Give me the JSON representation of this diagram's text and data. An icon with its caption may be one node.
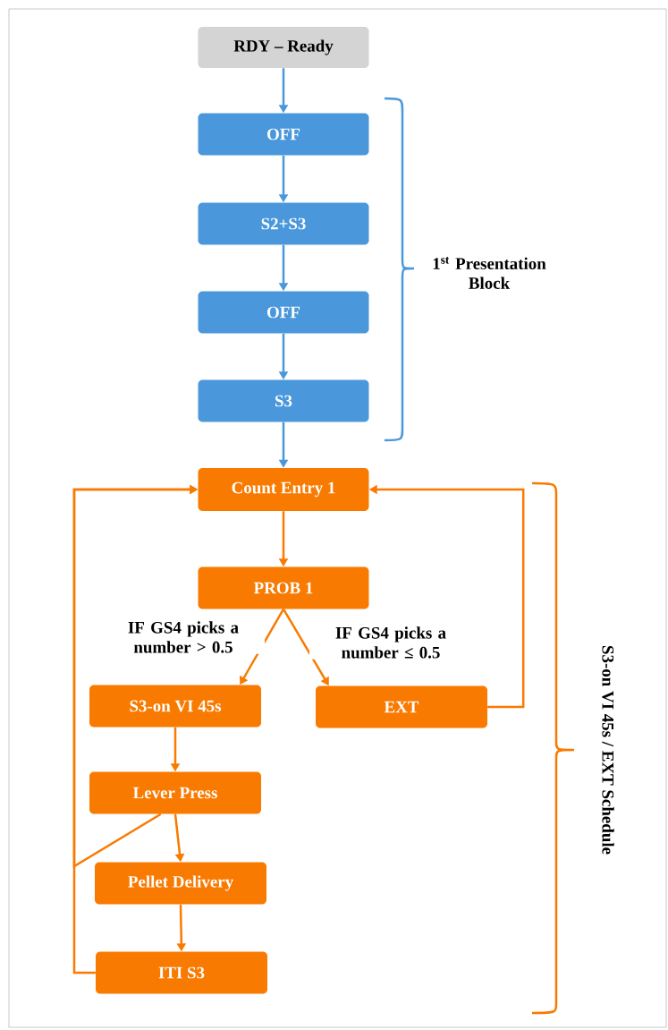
{
  "diagram": {
    "nodes": [
      {
        "text": [
          "RDY – Ready"
        ]
      },
      {
        "text": [
          "OFF"
        ]
      },
      {
        "text": [
          "S2+S3"
        ]
      },
      {
        "text": [
          "OFF"
        ]
      },
      {
        "text": [
          "S3"
        ]
      },
      {
        "text": [
          "Count Entry 1"
        ]
      },
      {
        "text": [
          "PROB 1"
        ]
      },
      {
        "text": [
          "S3-on VI 45s"
        ]
      },
      {
        "text": [
          "EXT"
        ]
      },
      {
        "text": [
          "Lever Press"
        ]
      },
      {
        "text": [
          "Pellet Delivery"
        ]
      },
      {
        "text": [
          "ITI S3"
        ]
      }
    ],
    "edges": [
      {
        "from": 0,
        "to": 1,
        "arrow": "to",
        "color": "#4a98db"
      },
      {
        "from": 1,
        "to": 2,
        "arrow": "to",
        "color": "#4a98db"
      },
      {
        "from": 2,
        "to": 3,
        "arrow": "to",
        "color": "#4a98db"
      },
      {
        "from": 3,
        "to": 4,
        "arrow": "to",
        "color": "#4a98db"
      },
      {
        "from": 4,
        "to": 5,
        "arrow": "to",
        "color": "#4a98db"
      },
      {
        "from": 5,
        "to": 6,
        "arrow": "to"
      },
      {
        "from": 6,
        "to": 7,
        "arrow": "to",
        "label": "IF GS4 picks a number > 0.5"
      },
      {
        "from": 6,
        "to": 8,
        "arrow": "to",
        "label": "IF GS4 picks a number ≤ 0.5"
      },
      {
        "from": 8,
        "to": 5,
        "arrow": "to"
      },
      {
        "from": 7,
        "to": 9,
        "arrow": "to"
      },
      {
        "from": 9,
        "to": 10,
        "arrow": "to"
      },
      {
        "from": 10,
        "to": 11,
        "arrow": "to"
      },
      {
        "from": 11,
        "to": 5,
        "arrow": "to"
      },
      {
        "from": 9,
        "to": 5,
        "arrow": "to"
      }
    ],
    "labels": [
      "1$^{st}$ Presentation Block",
      "S3-on VI 45s / EXT Schedule"
    ]
  }
}
